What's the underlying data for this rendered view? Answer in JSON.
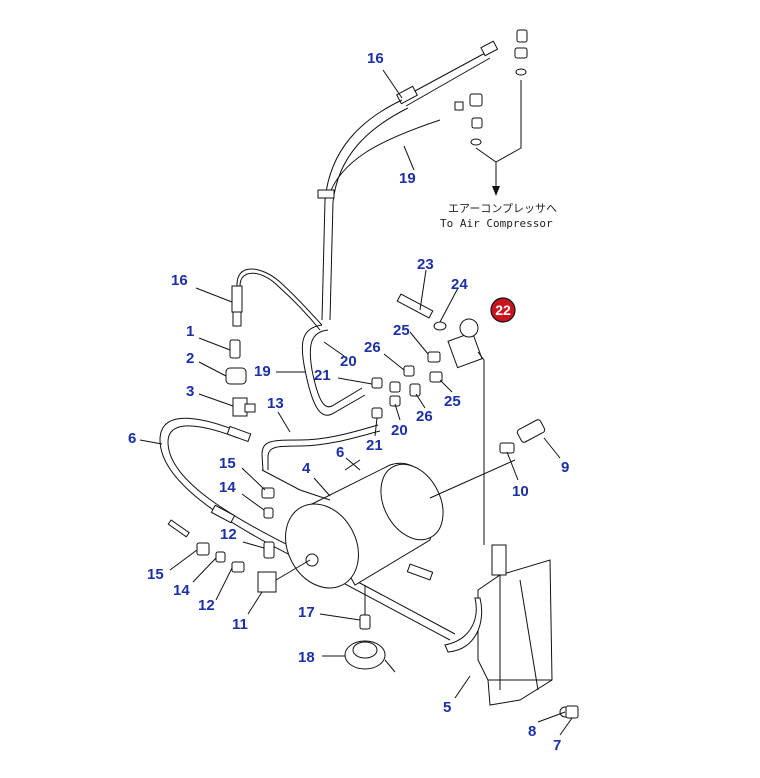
{
  "caption": {
    "japanese": "エアーコンプレッサへ",
    "english": "To Air Compressor"
  },
  "highlighted_part": "22",
  "labels": [
    {
      "id": "l16a",
      "text": "16"
    },
    {
      "id": "l19a",
      "text": "19"
    },
    {
      "id": "l16b",
      "text": "16"
    },
    {
      "id": "l1",
      "text": "1"
    },
    {
      "id": "l2",
      "text": "2"
    },
    {
      "id": "l3",
      "text": "3"
    },
    {
      "id": "l19b",
      "text": "19"
    },
    {
      "id": "l13",
      "text": "13"
    },
    {
      "id": "l6a",
      "text": "6"
    },
    {
      "id": "l6b",
      "text": "6"
    },
    {
      "id": "l4",
      "text": "4"
    },
    {
      "id": "l15a",
      "text": "15"
    },
    {
      "id": "l14a",
      "text": "14"
    },
    {
      "id": "l12a",
      "text": "12"
    },
    {
      "id": "l15b",
      "text": "15"
    },
    {
      "id": "l14b",
      "text": "14"
    },
    {
      "id": "l12b",
      "text": "12"
    },
    {
      "id": "l11",
      "text": "11"
    },
    {
      "id": "l17",
      "text": "17"
    },
    {
      "id": "l18",
      "text": "18"
    },
    {
      "id": "l5",
      "text": "5"
    },
    {
      "id": "l23",
      "text": "23"
    },
    {
      "id": "l24",
      "text": "24"
    },
    {
      "id": "l25a",
      "text": "25"
    },
    {
      "id": "l26a",
      "text": "26"
    },
    {
      "id": "l20a",
      "text": "20"
    },
    {
      "id": "l21a",
      "text": "21"
    },
    {
      "id": "l20b",
      "text": "20"
    },
    {
      "id": "l21b",
      "text": "21"
    },
    {
      "id": "l26b",
      "text": "26"
    },
    {
      "id": "l25b",
      "text": "25"
    },
    {
      "id": "l10",
      "text": "10"
    },
    {
      "id": "l9",
      "text": "9"
    },
    {
      "id": "l8",
      "text": "8"
    },
    {
      "id": "l7",
      "text": "7"
    }
  ]
}
